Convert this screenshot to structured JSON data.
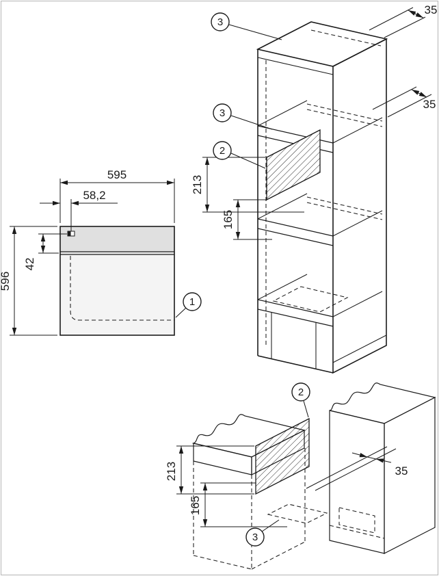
{
  "front_view": {
    "callout_appliance": "1",
    "dim_width": "595",
    "dim_control_offset": "58,2",
    "dim_top_gap": "42",
    "dim_height": "596"
  },
  "tall_unit_view": {
    "callout_top_panel": "3",
    "callout_shelf_vent": "3",
    "callout_rear_vent": "2",
    "dim_rear_gap_top": "35",
    "dim_rear_gap_shelf": "35",
    "dim_vent_height": "213",
    "dim_vent_clearance": "165"
  },
  "base_unit_view": {
    "callout_rear_vent": "2",
    "callout_plinth_vent": "3",
    "dim_rear_gap": "35",
    "dim_vent_height": "213",
    "dim_vent_clearance": "165"
  }
}
